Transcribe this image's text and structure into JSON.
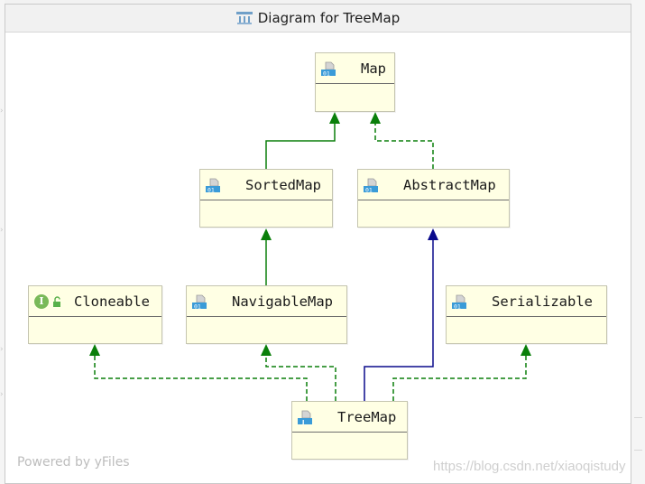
{
  "window": {
    "title": "Diagram for TreeMap",
    "title_icon": "diagram-icon"
  },
  "nodes": {
    "map": {
      "name": "Map",
      "kind": "interface",
      "icon": "interface-class-icon"
    },
    "sorted_map": {
      "name": "SortedMap",
      "kind": "interface",
      "icon": "interface-class-icon"
    },
    "abstract_map": {
      "name": "AbstractMap",
      "kind": "abstract-class",
      "icon": "interface-class-icon"
    },
    "cloneable": {
      "name": "Cloneable",
      "kind": "interface",
      "badge": "I",
      "icon": "unlock-icon"
    },
    "navigable_map": {
      "name": "NavigableMap",
      "kind": "interface",
      "icon": "interface-class-icon"
    },
    "serializable": {
      "name": "Serializable",
      "kind": "interface",
      "icon": "interface-class-icon"
    },
    "tree_map": {
      "name": "TreeMap",
      "kind": "class",
      "icon": "java-class-icon"
    }
  },
  "edges": [
    {
      "from": "SortedMap",
      "to": "Map",
      "type": "extends-interface"
    },
    {
      "from": "AbstractMap",
      "to": "Map",
      "type": "implements"
    },
    {
      "from": "NavigableMap",
      "to": "SortedMap",
      "type": "extends-interface"
    },
    {
      "from": "TreeMap",
      "to": "AbstractMap",
      "type": "extends-class"
    },
    {
      "from": "TreeMap",
      "to": "Cloneable",
      "type": "implements"
    },
    {
      "from": "TreeMap",
      "to": "NavigableMap",
      "type": "implements"
    },
    {
      "from": "TreeMap",
      "to": "Serializable",
      "type": "implements"
    }
  ],
  "colors": {
    "interface_edge": "#0a7f0a",
    "class_edge": "#0a0a8c",
    "node_fill": "#ffffe4"
  },
  "footer": {
    "powered_by": "Powered by yFiles",
    "watermark": "https://blog.csdn.net/xiaoqistudy"
  }
}
